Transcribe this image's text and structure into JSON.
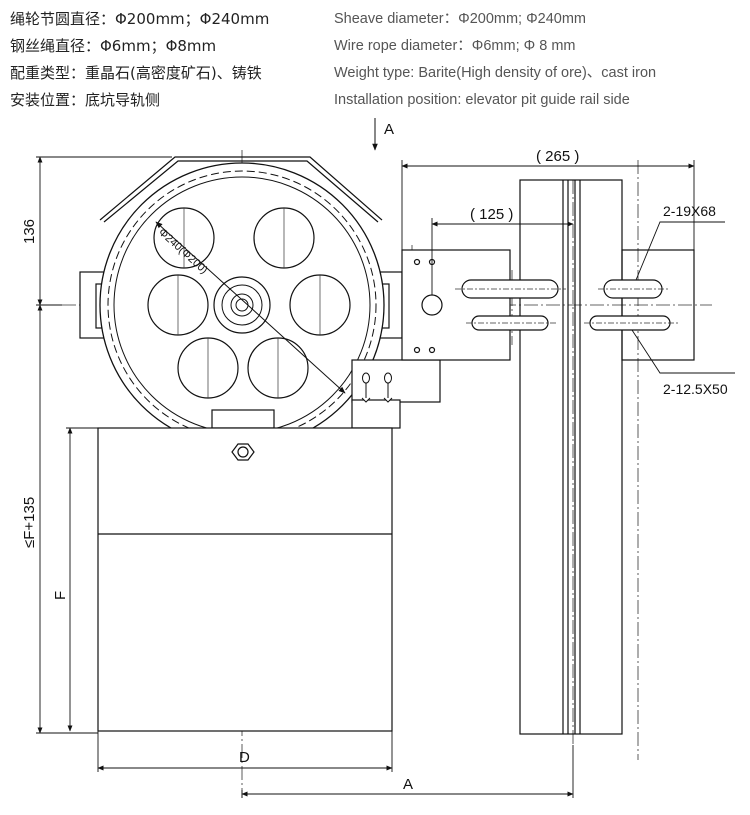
{
  "specs_zh": [
    "绳轮节圆直径：Φ200mm；Φ240mm",
    "钢丝绳直径：Φ6mm；Φ8mm",
    "配重类型：重晶石(高密度矿石)、铸铁",
    "安装位置：底坑导轨侧"
  ],
  "specs_en": [
    "Sheave diameter：Φ200mm; Φ240mm",
    "Wire rope diameter：Φ6mm; Φ 8 mm",
    "Weight type: Barite(High density of ore)、cast iron",
    "Installation position: elevator pit guide rail side"
  ],
  "drawing": {
    "view_label": "A",
    "dim_overall_width": "( 265 )",
    "dim_rail_offset": "( 125 )",
    "dim_top_height": "136",
    "dim_lower_height": "≤F+135",
    "dim_weight_height": "F",
    "dim_weight_width": "D",
    "dim_rail_distance": "A",
    "slot_upper_callout": "2-19X68",
    "slot_lower_callout": "2-12.5X50",
    "diameter_callout": "Φ240(Φ200)"
  }
}
